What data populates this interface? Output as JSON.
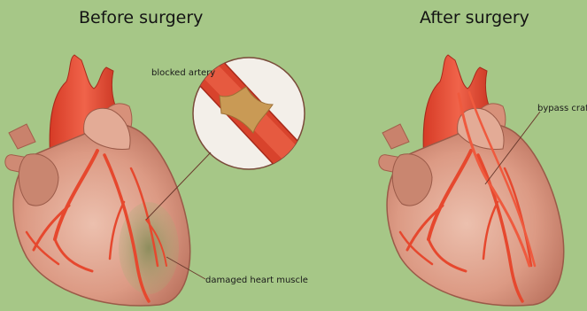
{
  "panels": {
    "before": {
      "title": "Before surgery"
    },
    "after": {
      "title": "After surgery"
    }
  },
  "callouts": {
    "blocked_artery": "blocked artery",
    "damaged_muscle": "damaged heart muscle",
    "bypass_graft": "bypass craft"
  },
  "colors": {
    "background": "#a6c787",
    "heart_body": "#e0a089",
    "heart_shadow": "#b86f5c",
    "aorta": "#e8503a",
    "artery": "#e6482e",
    "damaged_area": "#8f9561",
    "blockage": "#c99a55",
    "callout_line": "#6b3b2e"
  }
}
